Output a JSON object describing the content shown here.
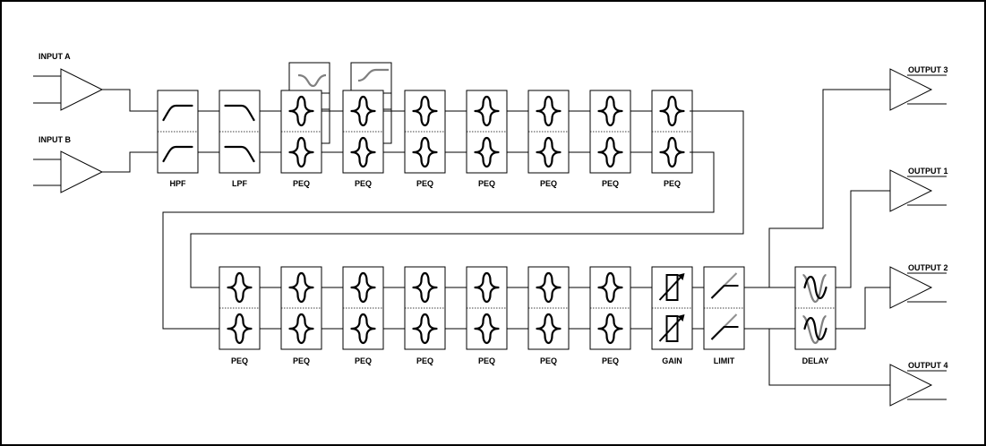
{
  "inputs": [
    {
      "label": "INPUT A"
    },
    {
      "label": "INPUT B"
    }
  ],
  "outputs": [
    {
      "label": "OUTPUT 3"
    },
    {
      "label": "OUTPUT 1"
    },
    {
      "label": "OUTPUT 2"
    },
    {
      "label": "OUTPUT 4"
    }
  ],
  "row1": [
    {
      "label": "HPF",
      "kind": "hpf"
    },
    {
      "label": "LPF",
      "kind": "lpf"
    },
    {
      "label": "PEQ",
      "kind": "peq"
    },
    {
      "label": "PEQ",
      "kind": "peq"
    },
    {
      "label": "PEQ",
      "kind": "peq"
    },
    {
      "label": "PEQ",
      "kind": "peq"
    },
    {
      "label": "PEQ",
      "kind": "peq"
    },
    {
      "label": "PEQ",
      "kind": "peq"
    },
    {
      "label": "PEQ",
      "kind": "peq"
    }
  ],
  "row2": [
    {
      "label": "PEQ",
      "kind": "peq"
    },
    {
      "label": "PEQ",
      "kind": "peq"
    },
    {
      "label": "PEQ",
      "kind": "peq"
    },
    {
      "label": "PEQ",
      "kind": "peq"
    },
    {
      "label": "PEQ",
      "kind": "peq"
    },
    {
      "label": "PEQ",
      "kind": "peq"
    },
    {
      "label": "PEQ",
      "kind": "peq"
    },
    {
      "label": "GAIN",
      "kind": "gain"
    },
    {
      "label": "LIMIT",
      "kind": "limit"
    }
  ],
  "delay": {
    "label": "DELAY",
    "kind": "delay"
  }
}
